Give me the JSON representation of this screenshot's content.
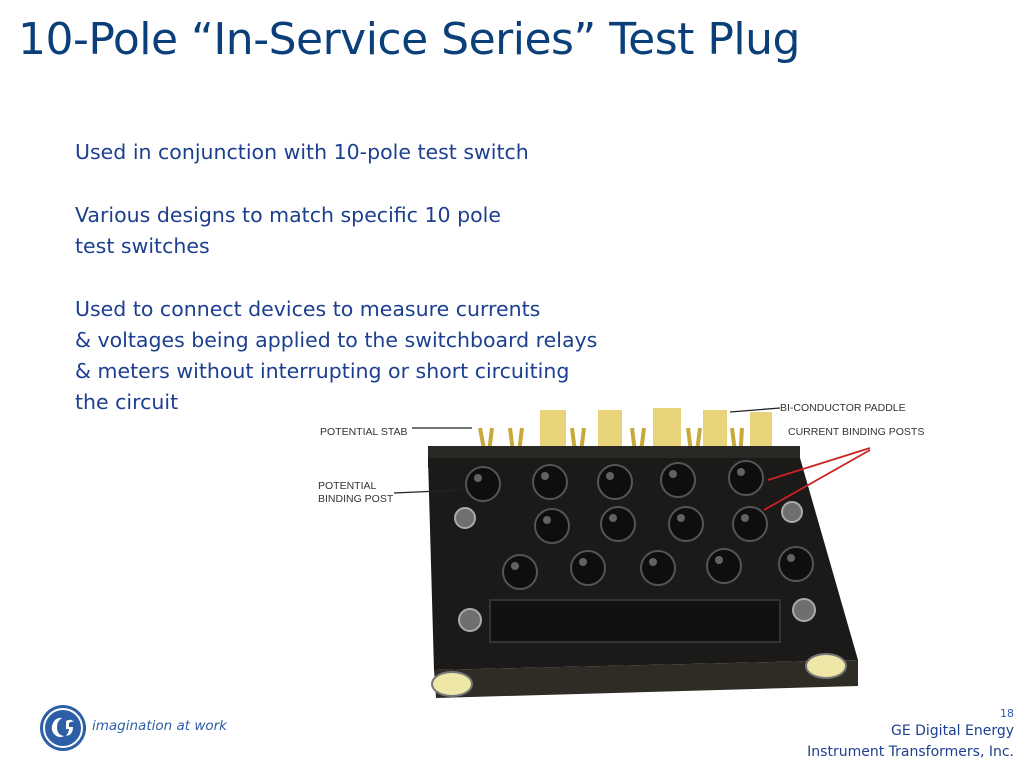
{
  "slide": {
    "title": "10-Pole “In-Service Series” Test Plug",
    "bullets": [
      "Used in conjunction with 10-pole test switch",
      "Various designs to match specific 10 pole\ntest switches",
      "Used to connect devices to measure currents\n& voltages being applied to the switchboard relays\n& meters without interrupting or short circuiting\nthe circuit"
    ]
  },
  "photo": {
    "callouts": {
      "potential_stab": "POTENTIAL STAB",
      "bi_conductor_paddle": "BI-CONDUCTOR PADDLE",
      "current_binding_posts": "CURRENT BINDING POSTS",
      "potential_binding_post": "POTENTIAL\nBINDING POST"
    },
    "colors": {
      "base": "#1b1a18",
      "paddle": "#e8d27a",
      "arrow": "#cc2222"
    }
  },
  "footer": {
    "tagline": "imagination at work",
    "page_number": "18",
    "company_line1": "GE Digital Energy",
    "company_line2": "Instrument Transformers, Inc."
  },
  "brand": {
    "logo_icon": "ge-logo-icon",
    "color": "#0b3f7a"
  }
}
